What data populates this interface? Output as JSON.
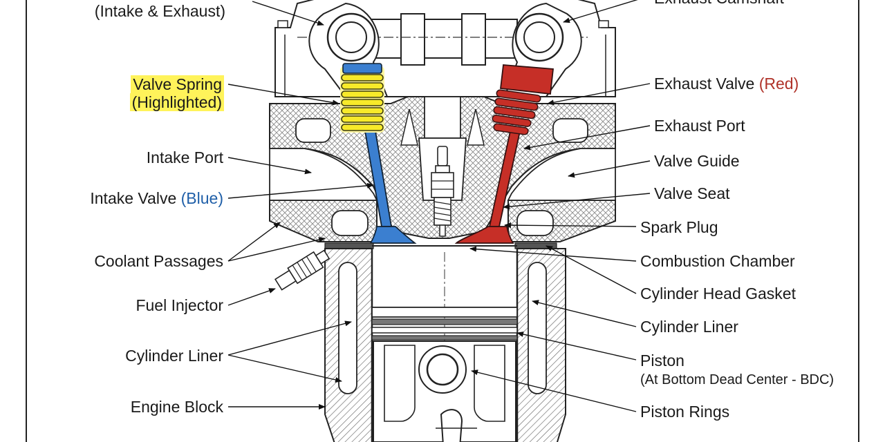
{
  "colors": {
    "line": "#222222",
    "hatch": "#666666",
    "intake_valve": "#3b7fd0",
    "exhaust_valve": "#c62f27",
    "spring_highlight": "#f7ea2a",
    "label_highlight": "#fff35a",
    "blue_text": "#1f5fa8",
    "red_text": "#b0332a"
  },
  "labels_left": {
    "camshaft_sub": "(Intake & Exhaust)",
    "valve_spring_line1": "Valve Spring",
    "valve_spring_line2": "(Highlighted)",
    "intake_port": "Intake Port",
    "intake_valve_text": "Intake Valve ",
    "intake_valve_color": "(Blue)",
    "coolant_passages": "Coolant Passages",
    "fuel_injector": "Fuel Injector",
    "cylinder_liner": "Cylinder Liner",
    "engine_block": "Engine Block"
  },
  "labels_right": {
    "exhaust_camshaft": "Exhaust Camshaft",
    "exhaust_valve_text": "Exhaust Valve ",
    "exhaust_valve_color": "(Red)",
    "exhaust_port": "Exhaust Port",
    "valve_guide": "Valve Guide",
    "valve_seat": "Valve Seat",
    "spark_plug": "Spark Plug",
    "combustion_chamber": "Combustion Chamber",
    "cylinder_head_gasket": "Cylinder Head Gasket",
    "cylinder_liner": "Cylinder Liner",
    "piston_line1": "Piston",
    "piston_line2": "(At Bottom Dead Center - BDC)",
    "piston_rings": "Piston Rings"
  }
}
